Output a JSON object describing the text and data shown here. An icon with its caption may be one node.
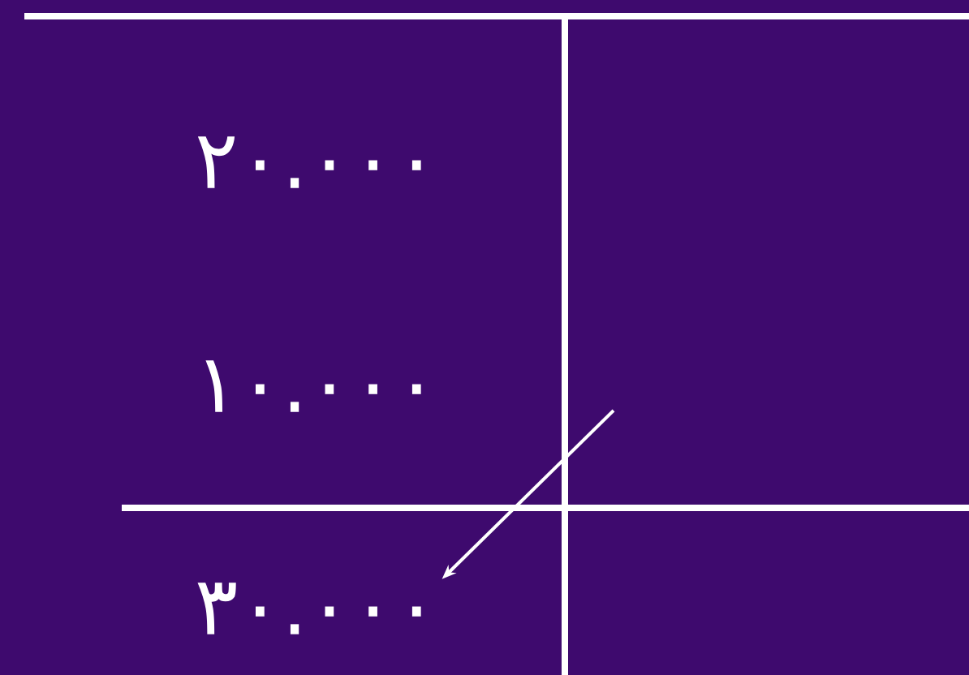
{
  "diagram": {
    "nodes": [
      {
        "text": [
          "۲۰.۰۰۰"
        ]
      },
      {
        "text": [
          "۱۰.۰۰۰"
        ]
      },
      {
        "text": [
          "۳۰.۰۰۰"
        ]
      }
    ],
    "edges": [
      {
        "from": null,
        "to": 2,
        "arrow": "to"
      }
    ]
  }
}
